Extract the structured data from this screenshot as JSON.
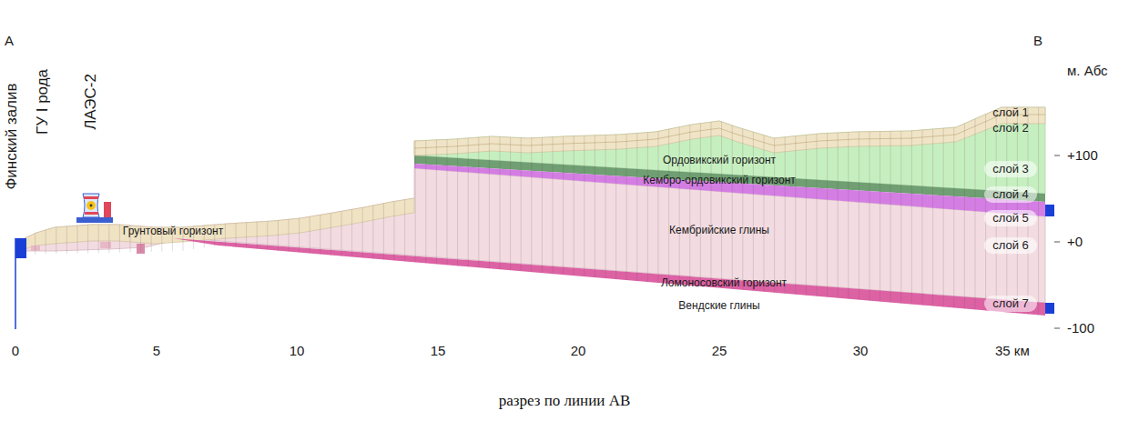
{
  "diagram": {
    "caption": "разрез по линии АВ",
    "nodes": [
      {
        "text": [
          "слой 1"
        ]
      },
      {
        "text": [
          "слой 2"
        ]
      },
      {
        "text": [
          "слой 3"
        ]
      },
      {
        "text": [
          "слой 4"
        ]
      },
      {
        "text": [
          "слой 5"
        ]
      },
      {
        "text": [
          "слой 6"
        ]
      },
      {
        "text": [
          "слой 7"
        ]
      }
    ],
    "labels": [
      "A",
      "B",
      "Финский залив",
      "ГУ I рода",
      "ЛАЭС-2",
      "м. Абс",
      "Ордовикский горизонт",
      "Кембро-ордовикский горизонт",
      "Грунтовый горизонт",
      "Кембрийские глины",
      "Ломоносовский горизонт",
      "Вендские глины",
      "+100",
      "+0",
      "-100",
      "0",
      "5",
      "10",
      "15",
      "20",
      "25",
      "30",
      "35 км"
    ]
  }
}
